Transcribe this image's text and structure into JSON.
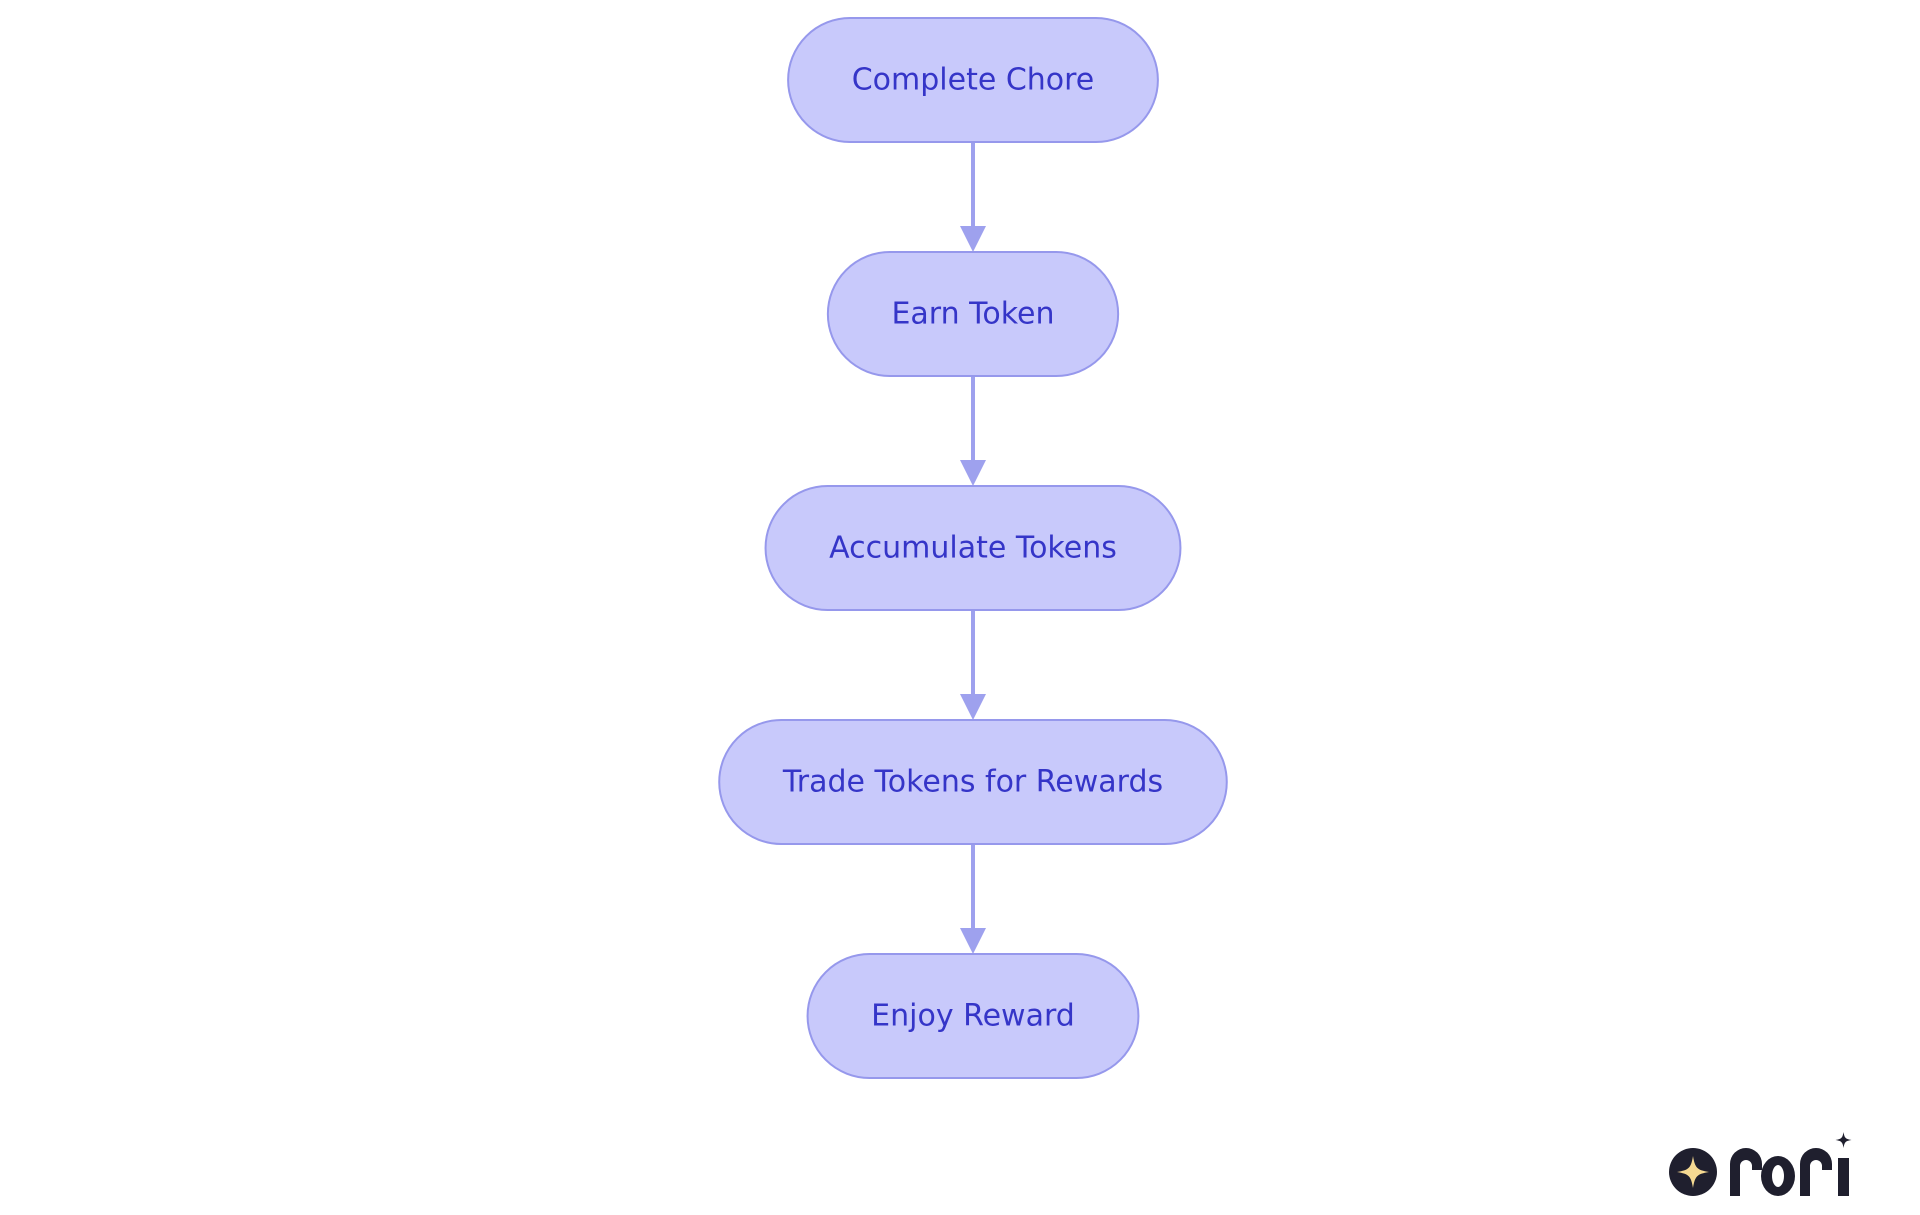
{
  "flowchart": {
    "nodes": [
      {
        "id": "n1",
        "label": "Complete Chore"
      },
      {
        "id": "n2",
        "label": "Earn Token"
      },
      {
        "id": "n3",
        "label": "Accumulate Tokens"
      },
      {
        "id": "n4",
        "label": "Trade Tokens for Rewards"
      },
      {
        "id": "n5",
        "label": "Enjoy Reward"
      }
    ],
    "edges": [
      {
        "from": "n1",
        "to": "n2"
      },
      {
        "from": "n2",
        "to": "n3"
      },
      {
        "from": "n3",
        "to": "n4"
      },
      {
        "from": "n4",
        "to": "n5"
      }
    ]
  },
  "logo": {
    "text": "rori"
  },
  "colors": {
    "node_fill": "#c8c9fb",
    "node_stroke": "#9698ec",
    "node_text": "#3535c8",
    "edge": "#9ea1ee",
    "logo_dark": "#1f1f2e",
    "logo_star": "#f5d992"
  }
}
